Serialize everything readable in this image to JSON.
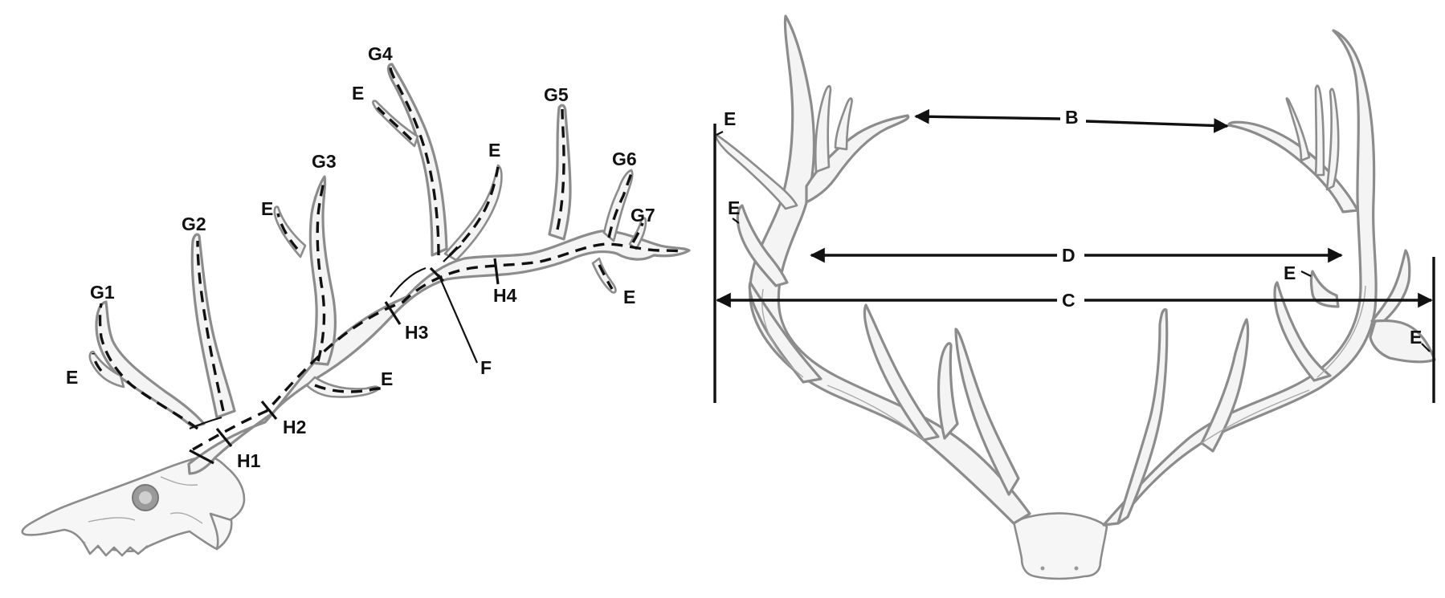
{
  "left_diagram": {
    "labels": {
      "g1": "G1",
      "g2": "G2",
      "g3": "G3",
      "g4": "G4",
      "g5": "G5",
      "g6": "G6",
      "g7": "G7",
      "h1": "H1",
      "h2": "H2",
      "h3": "H3",
      "h4": "H4",
      "f": "F",
      "e": "E"
    }
  },
  "right_diagram": {
    "labels": {
      "b": "B",
      "c": "C",
      "d": "D",
      "e": "E"
    }
  },
  "colors": {
    "antler_outline": "#8c8c8c",
    "antler_fill": "#f4f4f4",
    "annotation": "#111111"
  }
}
